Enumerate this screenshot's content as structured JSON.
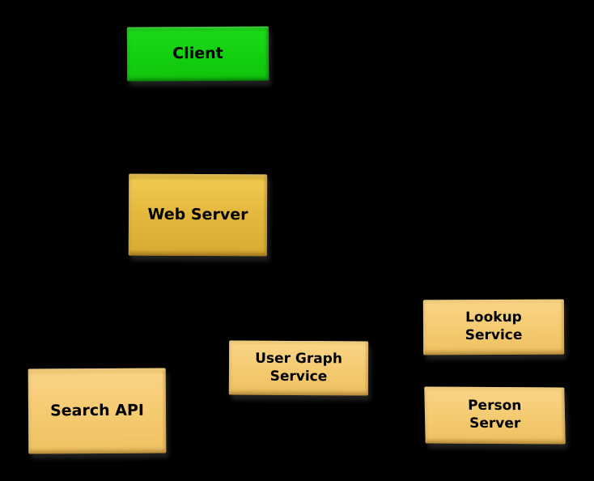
{
  "canvas": {
    "background_color": "#000000"
  },
  "diagram": {
    "type": "architecture-diagram",
    "nodes": [
      {
        "id": "client",
        "label": "Client",
        "fill": "#13cf10",
        "text_color": "#000000",
        "shape": "rectangle"
      },
      {
        "id": "web-server",
        "label": "Web Server",
        "fill": "#e2b53c",
        "text_color": "#000000",
        "shape": "rectangle"
      },
      {
        "id": "search-api",
        "label": "Search API",
        "fill": "#f5cb72",
        "text_color": "#000000",
        "shape": "rectangle"
      },
      {
        "id": "user-graph-service",
        "label": "User Graph\nService",
        "fill": "#f5cb72",
        "text_color": "#000000",
        "shape": "rectangle"
      },
      {
        "id": "lookup-service",
        "label": "Lookup\nService",
        "fill": "#f5cb72",
        "text_color": "#000000",
        "shape": "rectangle"
      },
      {
        "id": "person-server",
        "label": "Person\nServer",
        "fill": "#f5cb72",
        "text_color": "#000000",
        "shape": "rectangle"
      }
    ]
  }
}
